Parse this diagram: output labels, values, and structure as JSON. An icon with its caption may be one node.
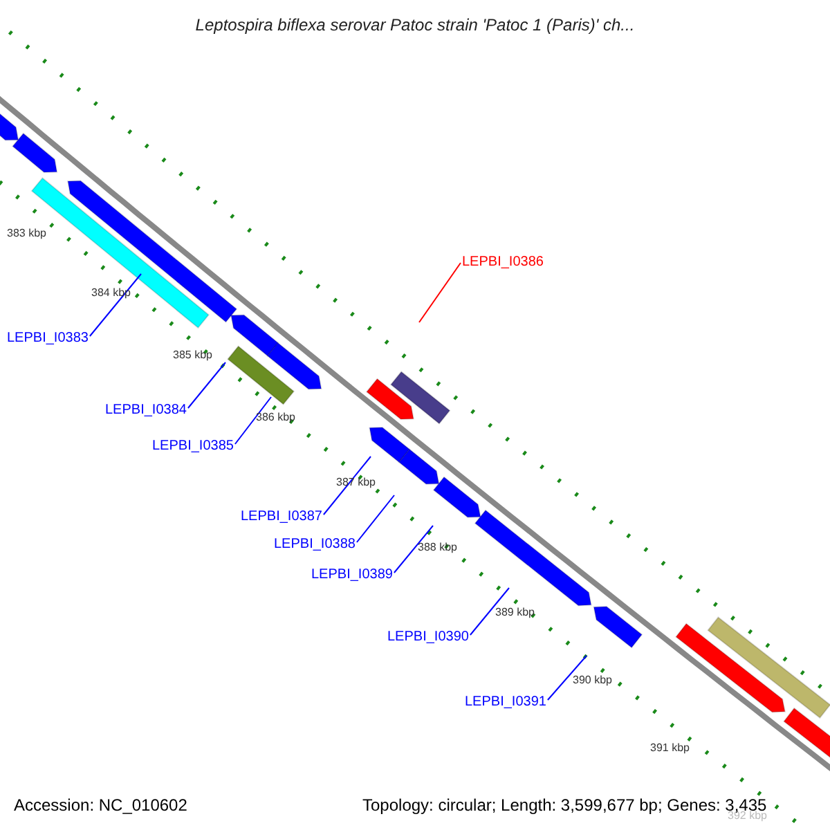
{
  "diagram": {
    "title": "Leptospira biflexa serovar Patoc strain 'Patoc 1 (Paris)' ch...",
    "nodes": [
      {
        "text": [
          "LEPBI_I0383"
        ]
      },
      {
        "text": [
          "LEPBI_I0384"
        ]
      },
      {
        "text": [
          "LEPBI_I0385"
        ]
      },
      {
        "text": [
          "LEPBI_I0386"
        ]
      },
      {
        "text": [
          "LEPBI_I0387"
        ]
      },
      {
        "text": [
          "LEPBI_I0388"
        ]
      },
      {
        "text": [
          "LEPBI_I0389"
        ]
      },
      {
        "text": [
          "LEPBI_I0390"
        ]
      },
      {
        "text": [
          "LEPBI_I0391"
        ]
      }
    ],
    "edges": [
      {
        "from": 0,
        "to": null,
        "arrow": "none"
      },
      {
        "from": 1,
        "to": null,
        "arrow": "none"
      },
      {
        "from": 2,
        "to": null,
        "arrow": "none"
      },
      {
        "from": 3,
        "to": null,
        "arrow": "none",
        "color": "#ff0000"
      },
      {
        "from": 4,
        "to": null,
        "arrow": "none"
      },
      {
        "from": 5,
        "to": null,
        "arrow": "none"
      },
      {
        "from": 6,
        "to": null,
        "arrow": "none"
      },
      {
        "from": 7,
        "to": null,
        "arrow": "none"
      },
      {
        "from": 8,
        "to": null,
        "arrow": "none"
      }
    ],
    "labels": [
      "383 kbp",
      "384 kbp",
      "385 kbp",
      "386 kbp",
      "387 kbp",
      "388 kbp",
      "389 kbp",
      "390 kbp",
      "391 kbp",
      "392 kbp",
      "Accession: NC_010602",
      "Topology: circular; Length: 3,599,677 bp; Genes: 3,435"
    ]
  }
}
